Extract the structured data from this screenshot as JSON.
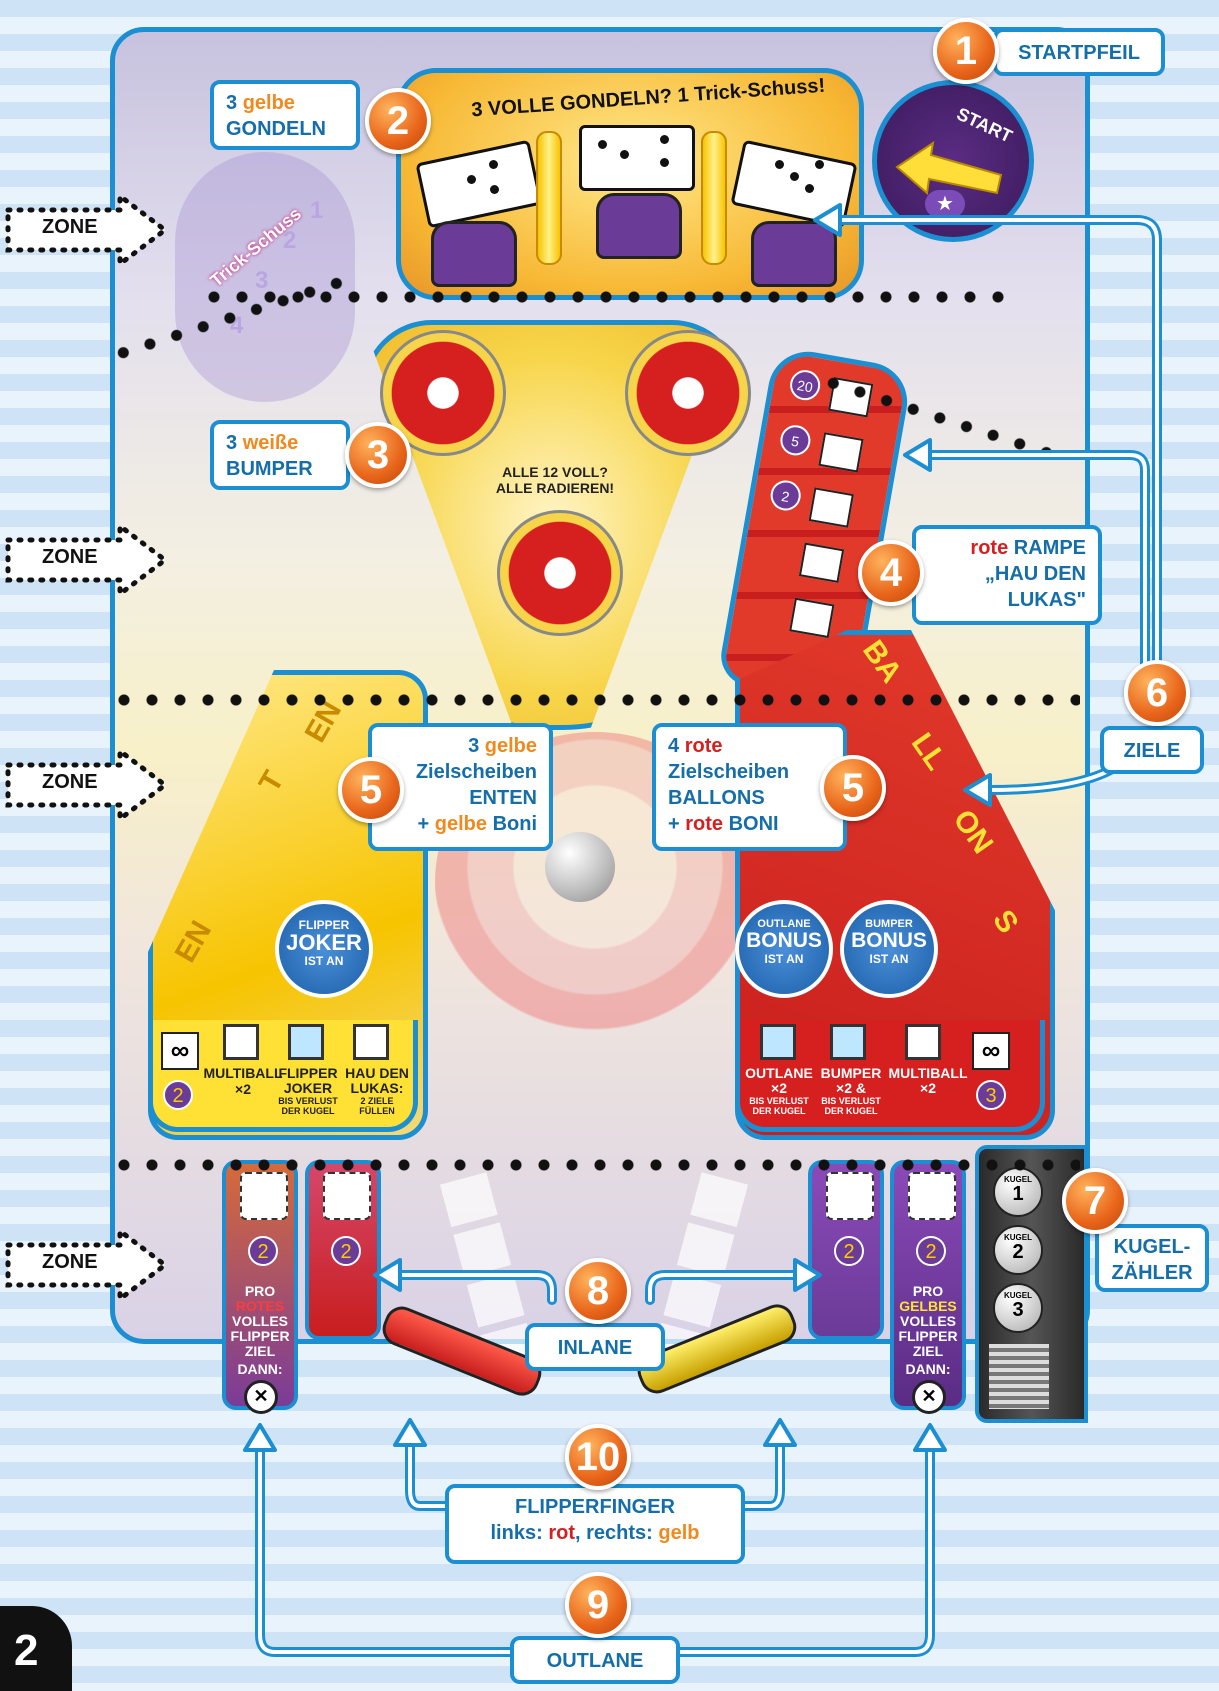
{
  "zones": [
    "ZONE",
    "ZONE",
    "ZONE",
    "ZONE"
  ],
  "callouts": {
    "c1": {
      "num": "1",
      "label": "STARTPFEIL"
    },
    "c2": {
      "num": "2",
      "prefix": "3",
      "color_word": "gelbe",
      "label": "GONDELN"
    },
    "c3": {
      "num": "3",
      "prefix": "3",
      "color_word": "weiße",
      "label": "BUMPER"
    },
    "c4": {
      "num": "4",
      "color_word": "rote",
      "line1": "RAMPE",
      "line2": "„HAU DEN",
      "line3": "LUKAS\""
    },
    "c5a": {
      "num": "5",
      "prefix": "3",
      "color_word": "gelbe",
      "line2": "Zielscheiben",
      "line3": "ENTEN",
      "plus": "+",
      "color_word2": "gelbe",
      "line4": "Boni"
    },
    "c5b": {
      "num": "5",
      "prefix": "4",
      "color_word": "rote",
      "line2": "Zielscheiben",
      "line3": "BALLONS",
      "plus": "+",
      "color_word2": "rote",
      "line4": "BONI"
    },
    "c6": {
      "num": "6",
      "label": "ZIELE"
    },
    "c7": {
      "num": "7",
      "line1": "KUGEL-",
      "line2": "ZÄHLER"
    },
    "c8": {
      "num": "8",
      "label": "INLANE"
    },
    "c9": {
      "num": "9",
      "label": "OUTLANE"
    },
    "c10": {
      "num": "10",
      "line1": "FLIPPERFINGER",
      "links": "links:",
      "rot": "rot",
      "rechts": ", rechts:",
      "gelb": "gelb"
    }
  },
  "board": {
    "gondel_header": "3 VOLLE GONDELN? 1 Trick-Schuss!",
    "start_label": "START",
    "trick_label": "Trick-Schuss",
    "trick_numbers": [
      "1",
      "2",
      "3",
      "4"
    ],
    "bumper_center_line1": "ALLE 12 VOLL?",
    "bumper_center_line2": "ALLE RADIEREN!",
    "ramp_values": [
      "20",
      "5",
      "2"
    ],
    "enten_letters": [
      "EN",
      "T",
      "EN"
    ],
    "ballons_letters": [
      "BA",
      "LL",
      "ON",
      "S"
    ],
    "flipper_joker": [
      "FLIPPER",
      "JOKER",
      "IST AN"
    ],
    "outlane_bonus": [
      "OUTLANE",
      "BONUS",
      "IST AN"
    ],
    "bumper_bonus": [
      "BUMPER",
      "BONUS",
      "IST AN"
    ],
    "left_bonus": {
      "infinity": "∞",
      "star_num": "2",
      "b1": "MULTIBALL",
      "b1x": "×2",
      "b2": "FLIPPER",
      "b2b": "JOKER",
      "b2c": "BIS VERLUST",
      "b2d": "DER KUGEL",
      "b3": "HAU DEN",
      "b3b": "LUKAS:",
      "b3c": "2 ZIELE",
      "b3d": "FÜLLEN"
    },
    "right_bonus": {
      "infinity": "∞",
      "star_num": "3",
      "b1": "OUTLANE",
      "b1x": "×2",
      "b1c": "BIS VERLUST",
      "b1d": "DER KUGEL",
      "b2": "BUMPER",
      "b2x": "×2 &",
      "b2c": "BIS VERLUST",
      "b2d": "DER KUGEL",
      "b3": "MULTIBALL",
      "b3x": "×2"
    },
    "lane_star": "2",
    "left_outlane": {
      "pro": "PRO",
      "col": "ROTES",
      "l3": "VOLLES",
      "l4": "FLIPPER",
      "l5": "ZIEL",
      "dann": "DANN:"
    },
    "right_outlane": {
      "pro": "PRO",
      "col": "GELBES",
      "l3": "VOLLES",
      "l4": "FLIPPER",
      "l5": "ZIEL",
      "dann": "DANN:"
    },
    "kugel": [
      {
        "t": "KUGEL",
        "n": "1"
      },
      {
        "t": "KUGEL",
        "n": "2"
      },
      {
        "t": "KUGEL",
        "n": "3"
      }
    ],
    "page_number": "2"
  },
  "colors": {
    "accent": "#1b8fd1",
    "orange": "#e8641a",
    "red": "#d62020",
    "yellow": "#ffe135",
    "purple": "#6b3b98"
  }
}
